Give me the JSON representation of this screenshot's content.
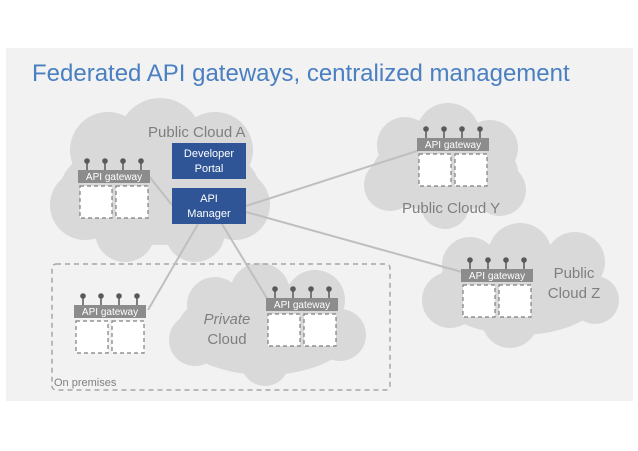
{
  "title": "Federated API gateways, centralized management",
  "colors": {
    "title": "#4a7fc1",
    "cloud": "#d9d9d9",
    "box": "#2f5597",
    "gateway_bar": "#8c8c8c",
    "connector": "#bfbfbf",
    "label": "#7f7f7f"
  },
  "gateway_label": "API gateway",
  "clouds": {
    "public_a": {
      "label": "Public Cloud A"
    },
    "public_y": {
      "label": "Public Cloud Y"
    },
    "public_z": {
      "label_line1": "Public",
      "label_line2": "Cloud Z"
    },
    "private": {
      "label_line1": "Private",
      "label_line2": "Cloud"
    }
  },
  "boxes": {
    "developer_portal": {
      "line1": "Developer",
      "line2": "Portal"
    },
    "api_manager": {
      "line1": "API",
      "line2": "Manager"
    }
  },
  "on_premises_label": "On premises"
}
